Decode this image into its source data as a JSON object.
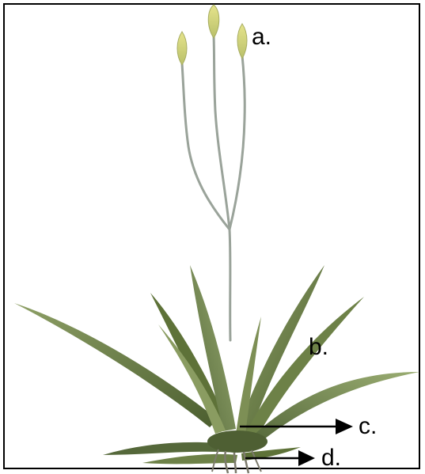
{
  "labels": {
    "a": "a.",
    "b": "b.",
    "c": "c.",
    "d": "d."
  },
  "colors": {
    "frame": "#000000",
    "leaf_dark": "#4b5e2f",
    "leaf_mid": "#6d8147",
    "leaf_light": "#8ea066",
    "stalk": "#9aa39a",
    "flower": "#d8dc7a",
    "root": "#7c7a6c",
    "arrow": "#000000"
  },
  "icons": {
    "plant": "aloe-plant-illustration",
    "arrow": "right-arrow-icon"
  }
}
